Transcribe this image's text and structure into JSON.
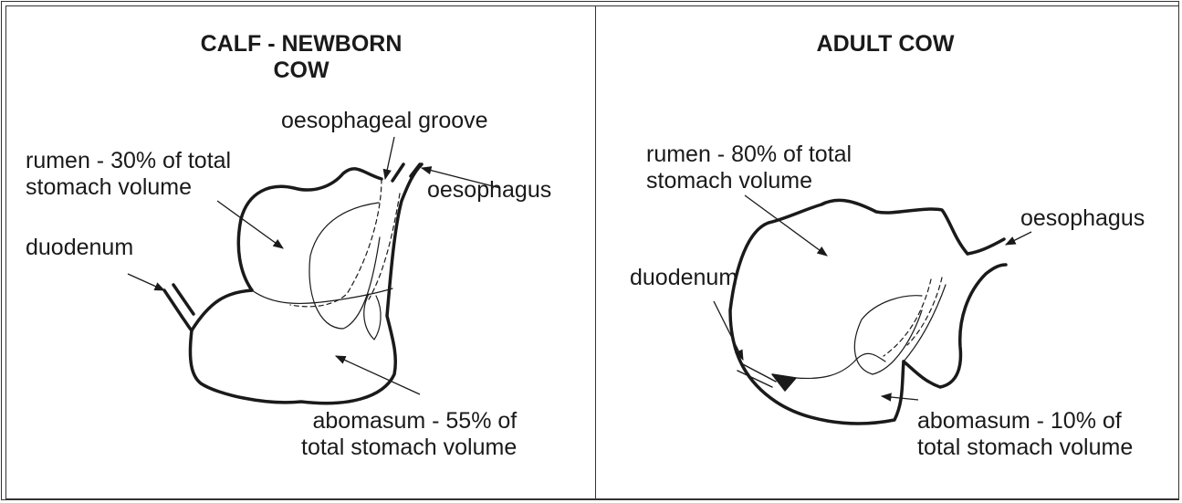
{
  "calf": {
    "title_line1": "CALF - NEWBORN",
    "title_line2": "COW",
    "labels": {
      "oesophageal_groove": "oesophageal groove",
      "rumen_line1": "rumen - 30% of total",
      "rumen_line2": "stomach volume",
      "oesophagus": "oesophagus",
      "duodenum": "duodenum",
      "abomasum_line1": "abomasum - 55% of",
      "abomasum_line2": "total stomach volume"
    }
  },
  "adult": {
    "title": "ADULT COW",
    "labels": {
      "rumen_line1": "rumen - 80% of total",
      "rumen_line2": "stomach volume",
      "oesophagus": "oesophagus",
      "duodenum": "duodenum",
      "abomasum_line1": "abomasum - 10% of",
      "abomasum_line2": "total stomach volume"
    }
  },
  "colors": {
    "ink": "#1a1a1a",
    "background": "#ffffff"
  }
}
